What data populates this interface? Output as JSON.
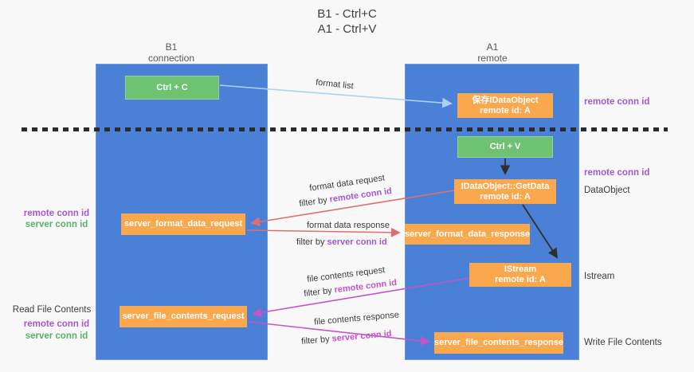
{
  "title": {
    "line1": "B1 - Ctrl+C",
    "line2": "A1 - Ctrl+V"
  },
  "columns": {
    "left": {
      "name": "B1",
      "role": "connection"
    },
    "right": {
      "name": "A1",
      "role": "remote"
    }
  },
  "boxes": {
    "ctrl_c": "Ctrl + C",
    "save_dataobject": {
      "line1": "保存IDataObject",
      "line2": "remote id: A"
    },
    "ctrl_v": "Ctrl + V",
    "getdata": {
      "line1": "IDataObject::GetData",
      "line2": "remote id: A"
    },
    "format_request": "server_format_data_request",
    "format_response": "server_format_data_response",
    "istream": {
      "line1": "IStream",
      "line2": "remote id: A"
    },
    "file_request": "server_file_contents_request",
    "file_response": "server_file_contents_response"
  },
  "arrow_labels": {
    "format_list": "format list",
    "format_data_request": "format data request",
    "format_data_response": "format data response",
    "file_contents_request": "file contents request",
    "file_contents_response": "file contents response",
    "filter_by": "filter by ",
    "remote_conn_id": "remote conn id",
    "server_conn_id": "server conn id"
  },
  "side_labels": {
    "remote_conn_id": "remote conn id",
    "server_conn_id": "server conn id",
    "dataobject": "DataObject",
    "istream": "Istream",
    "read_file_contents": "Read File Contents",
    "write_file_contents": "Write File Contents"
  },
  "colors": {
    "background": "#f8f8f8",
    "lifeline_blue": "#4a80d6",
    "box_green": "#6ec272",
    "box_orange": "#f9a84d",
    "arrow_light_blue": "#aad3f0",
    "arrow_salmon": "#df6f6f",
    "arrow_magenta": "#c455c8",
    "arrow_black": "#2f2f2f",
    "label_purple": "#a259cc",
    "label_green": "#55b366"
  }
}
